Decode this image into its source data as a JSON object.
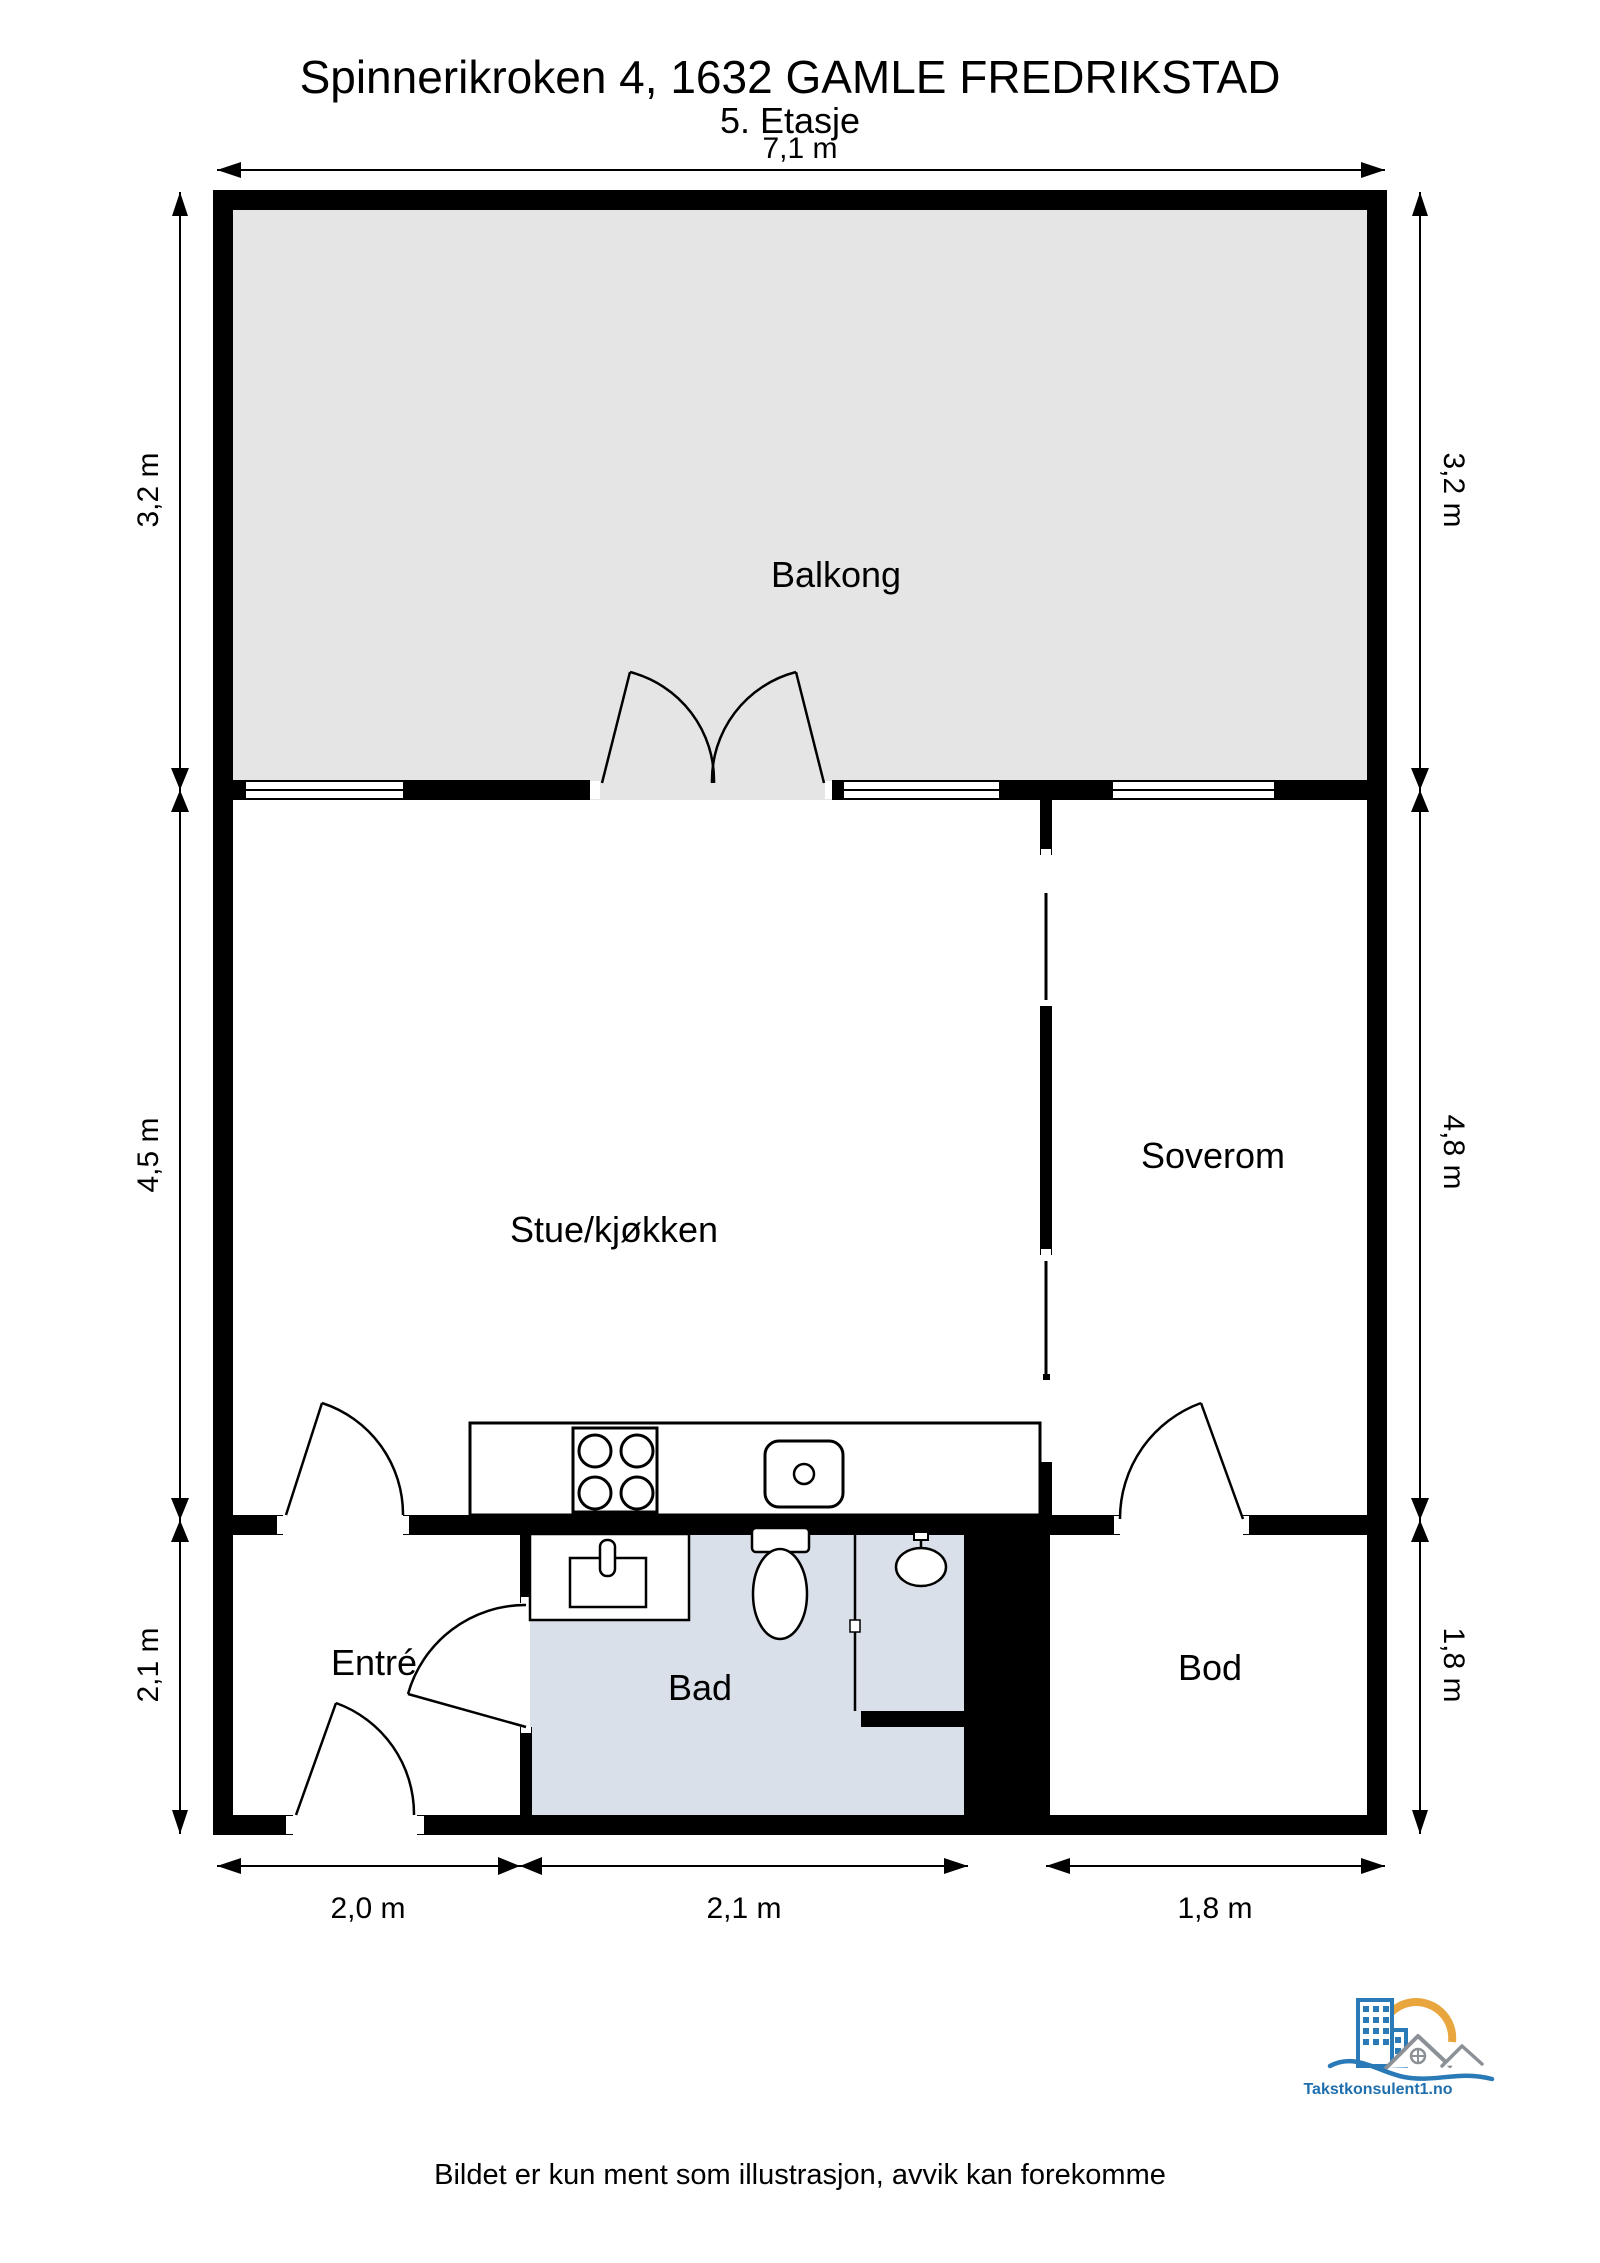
{
  "title": {
    "line1": "Spinnerikroken 4, 1632 GAMLE FREDRIKSTAD",
    "line2": "5. Etasje"
  },
  "rooms": {
    "balkong": "Balkong",
    "stue": "Stue/kjøkken",
    "soverom": "Soverom",
    "entre": "Entré",
    "bad": "Bad",
    "bod": "Bod"
  },
  "dims": {
    "top": "7,1 m",
    "left": [
      "3,2 m",
      "4,5 m",
      "2,1 m"
    ],
    "right": [
      "3,2 m",
      "4,8 m",
      "1,8 m"
    ],
    "bottom": [
      "2,0 m",
      "2,1 m",
      "1,8 m"
    ]
  },
  "logo": {
    "brand": "Takstkonsulent1.no"
  },
  "footer": {
    "disclaimer": "Bildet er kun ment som illustrasjon, avvik kan forekomme"
  },
  "colors": {
    "wall": "#000000",
    "balcony_floor": "#e5e5e5",
    "bath_floor": "#d9e0e9",
    "logo_blue": "#2b7ab8",
    "logo_text_blue": "#1f6fae",
    "logo_sun_orange": "#e9a63f",
    "logo_gray": "#8b9196"
  }
}
